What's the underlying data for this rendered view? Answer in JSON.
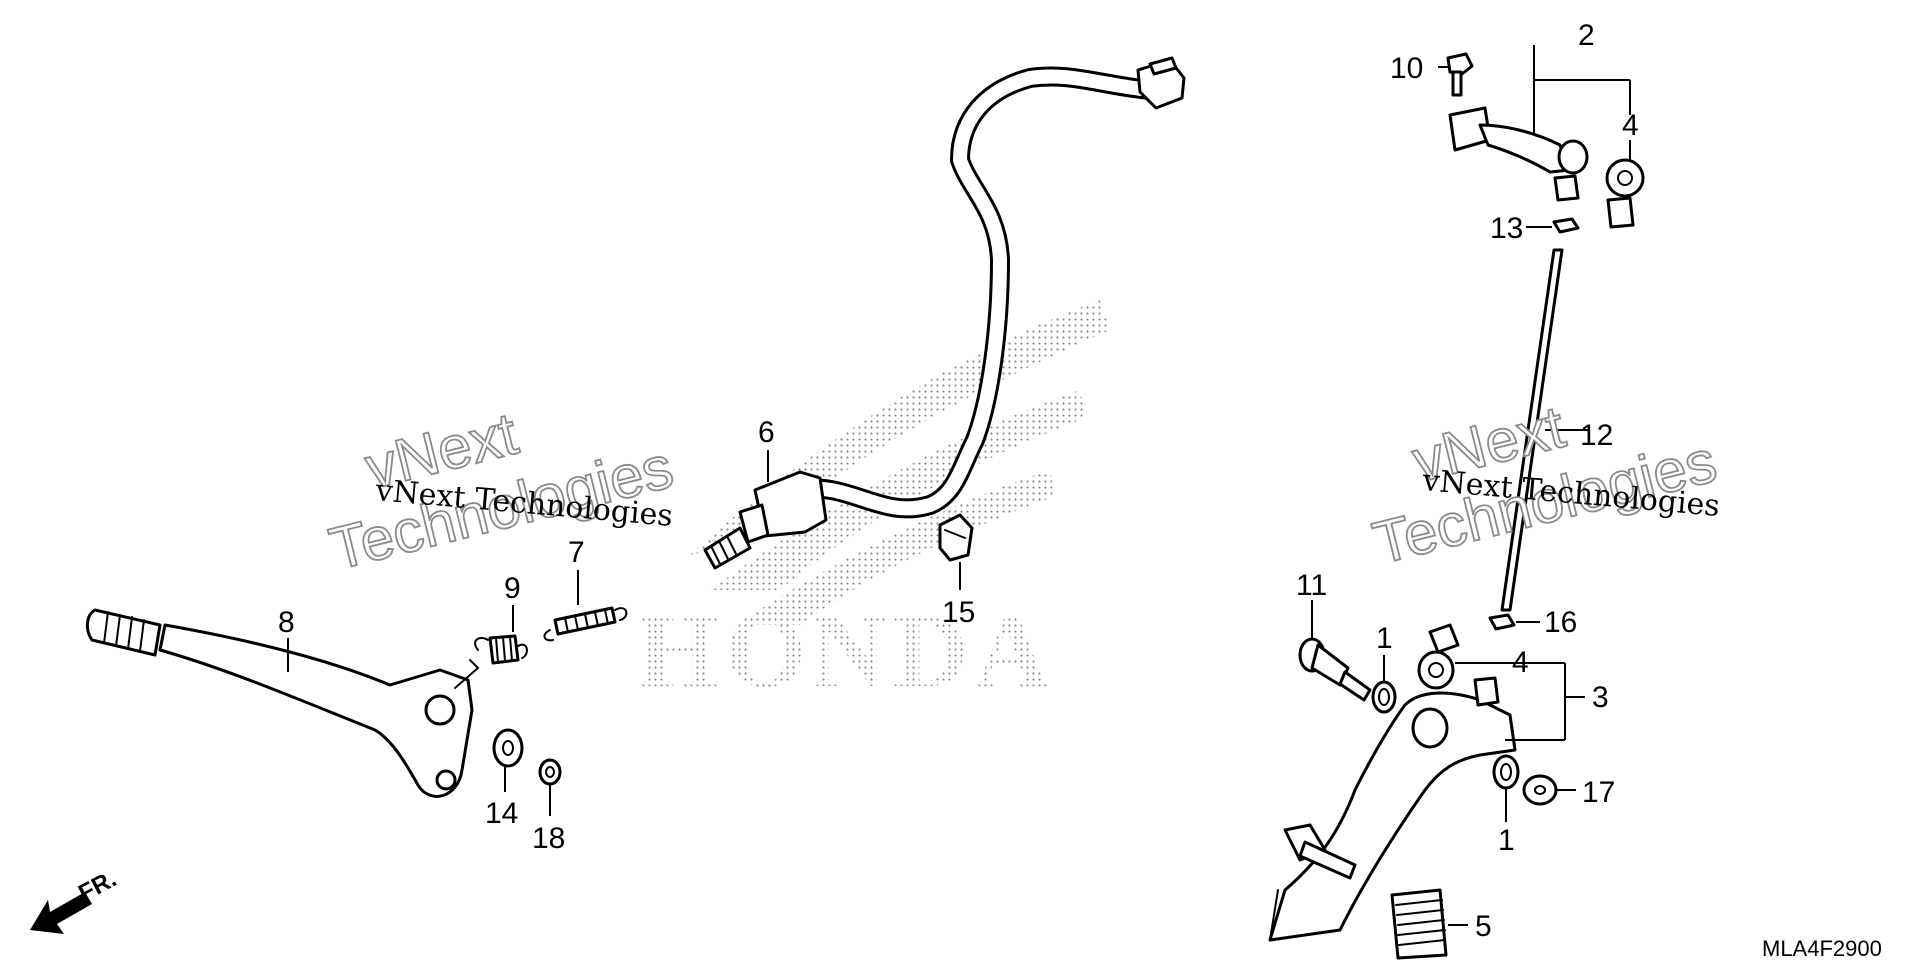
{
  "diagram": {
    "brand_watermark": "HONDA",
    "watermark_small": "vNext Technologies",
    "watermark_big_line1": "vNext",
    "watermark_big_line2": "Technologies",
    "diagram_code": "MLA4F2900",
    "front_label": "FR.",
    "callouts": {
      "c1a": "1",
      "c1b": "1",
      "c2": "2",
      "c3": "3",
      "c4a": "4",
      "c4b": "4",
      "c5": "5",
      "c6": "6",
      "c7": "7",
      "c8": "8",
      "c9": "9",
      "c10": "10",
      "c11": "11",
      "c12": "12",
      "c13": "13",
      "c14": "14",
      "c15": "15",
      "c16": "16",
      "c17": "17",
      "c18": "18"
    }
  }
}
